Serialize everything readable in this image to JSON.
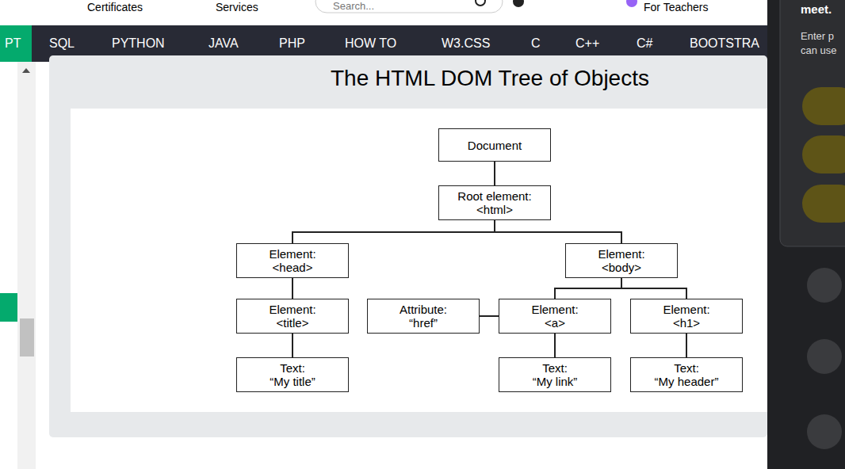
{
  "diagram": {
    "title": "The HTML DOM Tree of Objects",
    "nodes": [
      {
        "text": [
          "Document"
        ]
      },
      {
        "text": [
          "Root element:",
          "<html>"
        ]
      },
      {
        "text": [
          "Element:",
          "<head>"
        ]
      },
      {
        "text": [
          "Element:",
          "<body>"
        ]
      },
      {
        "text": [
          "Element:",
          "<title>"
        ]
      },
      {
        "text": [
          "Attribute:",
          "“href”"
        ]
      },
      {
        "text": [
          "Element:",
          "<a>"
        ]
      },
      {
        "text": [
          "Element:",
          "<h1>"
        ]
      },
      {
        "text": [
          "Text:",
          "“My title”"
        ]
      },
      {
        "text": [
          "Text:",
          "“My link”"
        ]
      },
      {
        "text": [
          "Text:",
          "“My header”"
        ]
      }
    ],
    "edges": [
      {
        "from": 0,
        "to": 1,
        "arrow": "none"
      },
      {
        "from": 1,
        "to": 2,
        "arrow": "none"
      },
      {
        "from": 1,
        "to": 3,
        "arrow": "none"
      },
      {
        "from": 2,
        "to": 4,
        "arrow": "none"
      },
      {
        "from": 3,
        "to": 6,
        "arrow": "none"
      },
      {
        "from": 3,
        "to": 7,
        "arrow": "none"
      },
      {
        "from": 6,
        "to": 5,
        "arrow": "none"
      },
      {
        "from": 4,
        "to": 8,
        "arrow": "none"
      },
      {
        "from": 6,
        "to": 9,
        "arrow": "none"
      },
      {
        "from": 7,
        "to": 10,
        "arrow": "none"
      }
    ],
    "labels": [
      "Certificates",
      "Services",
      "Search...",
      "For Teachers",
      "PT",
      "SQL",
      "PYTHON",
      "JAVA",
      "PHP",
      "HOW TO",
      "W3.CSS",
      "C",
      "C++",
      "C#",
      "BOOTSTRA",
      "meet.",
      "Enter p",
      "can use"
    ]
  }
}
